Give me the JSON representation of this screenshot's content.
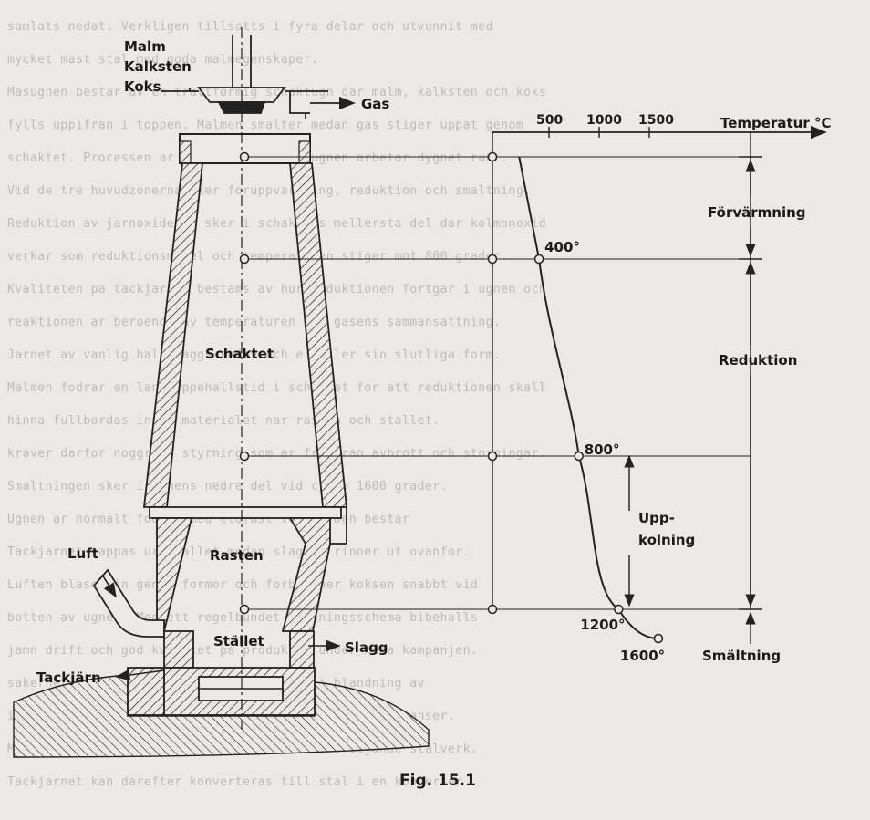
{
  "background_text": [
    "samlats nedat. Verkligen tillsatts i fyra delar och utvunnit med",
    "mycket mast stal med goda malmegenskaper.",
    "Masugnen bestar av en trattformig schaktugn dar malm, kalksten och koks",
    "fylls uppifran i toppen. Malmen smalter medan gas stiger uppat genom",
    "schaktet. Processen ar kontinuerlig och ugnen arbetar dygnet runt.",
    "Vid de tre huvudzonerna sker foruppvarmning, reduktion och smaltning.",
    "Reduktion av jarnoxiderna sker i schaktets mellersta del dar kolmonoxid",
    "verkar som reduktionsmedel och temperaturen stiger mot 800 grader.",
    "Kvaliteten pa tackjarnet bestams av hur reduktionen fortgar i ugnen och",
    "reaktionen ar beroende av temperaturen och gasens sammansattning.",
    "Jarnet av vanlig halt laggs sedan och erhaller sin slutliga form.",
    "Malmen fodrar en lang uppehallstid i schaktet for att reduktionen skall",
    "hinna fullbordas innan materialet nar rasten och stallet.",
    "kraver darfor noggrann styrning som ar fri fran avbrott och storningar.",
    "Smaltningen sker i ugnens nedre del vid cirka 1600 grader.",
    "Ugnen ar normalt fodrad med eldfast tegel. Den bestar",
    "Tackjarnet tappas ur stallet medan slaggen rinner ut ovanfor.",
    "Luften blases in genom formor och forbranner koksen snabbt vid",
    "botten av ugnen. Med ett regelbundet tappningsschema bibehalls",
    "jamn drift och god kvalitet pa produkten under hela kampanjen.",
    "sakerhet att ugnen alltid arbetar med ratt blandning av",
    "ingredienser och att temperaturen halls inom givna granser.",
    "Masugnen kan darefter kopplas till ett efterfoljande stalverk.",
    "Tackjarnet kan darefter konverteras till stal i en konverter."
  ],
  "furnace": {
    "charge_labels": [
      "Malm",
      "Kalksten",
      "Koks"
    ],
    "gas_label": "Gas",
    "shaft_label": "Schaktet",
    "bosh_label": "Rasten",
    "hearth_label": "Stället",
    "air_label": "Luft",
    "slag_label": "Slagg",
    "pig_iron_label": "Tackjärn"
  },
  "temperature_axis": {
    "label": "Temperatur °C",
    "ticks": [
      "500",
      "1000",
      "1500"
    ]
  },
  "zones": {
    "preheating": "Förvärmning",
    "reduction": "Reduktion",
    "cooling": [
      "Upp-",
      "kolning"
    ],
    "melting": "Smältning"
  },
  "chart_data": {
    "type": "line",
    "title": "",
    "xlabel": "Temperatur °C",
    "ylabel": "",
    "x_ticks": [
      500,
      1000,
      1500
    ],
    "series": [
      {
        "name": "",
        "points": [
          {
            "level": 1,
            "temperature": 200,
            "label": ""
          },
          {
            "level": 2,
            "temperature": 400,
            "label": "400°"
          },
          {
            "level": 3,
            "temperature": 800,
            "label": "800°"
          },
          {
            "level": 4,
            "temperature": 1200,
            "label": "1200°"
          },
          {
            "level": 5,
            "temperature": 1600,
            "label": "1600°"
          }
        ]
      }
    ]
  },
  "caption": "Fig. 15.1"
}
